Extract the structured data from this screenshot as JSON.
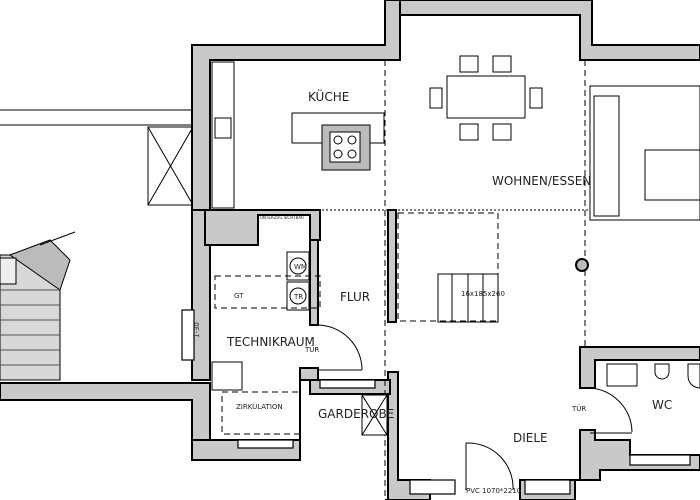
{
  "plan": {
    "rooms": {
      "kitchen": "KÜCHE",
      "living": "WOHNEN/ESSEN",
      "hall": "FLUR",
      "technical": "TECHNIKRAUM",
      "wardrobe": "GARDEROBE",
      "entrance": "DIELE",
      "wc": "WC"
    },
    "annotations": {
      "door_tech": "TÜR",
      "door_wc": "TÜR",
      "circulation": "ZIRKULATION",
      "stairs": "16x185x260",
      "front_door": "PVC 1070*2210",
      "dryer_gt": "GT",
      "washer": "WM",
      "tumble": "TR",
      "window_tech": "1-30",
      "beam_visible": "UNTERZUG SICHTBAR"
    },
    "colors": {
      "wall_fill": "#c9c9c9",
      "line": "#000000"
    }
  }
}
